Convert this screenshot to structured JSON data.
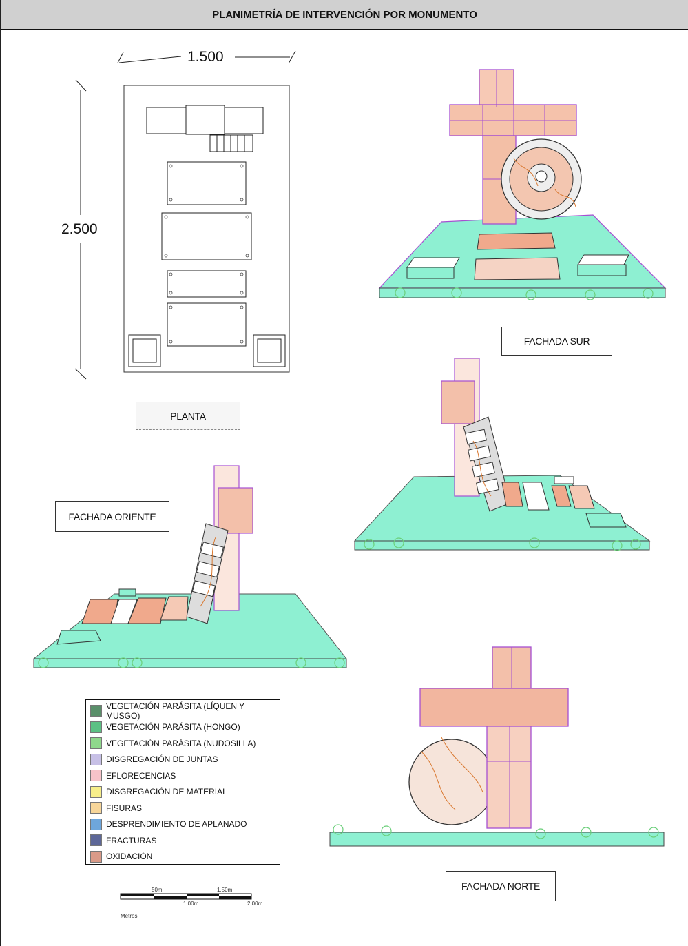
{
  "title": "PLANIMETRÍA DE INTERVENCIÓN POR MONUMENTO",
  "plan": {
    "width_label": "1.500",
    "height_label": "2.500",
    "caption": "PLANTA"
  },
  "views": {
    "south": "FACHADA SUR",
    "east": "FACHADA ORIENTE",
    "north": "FACHADA NORTE"
  },
  "legend": [
    {
      "label": "VEGETACIÓN PARÁSITA (LÍQUEN Y MUSGO)",
      "color": "#5a8f6a"
    },
    {
      "label": "VEGETACIÓN PARÁSITA (HONGO)",
      "color": "#5cc184"
    },
    {
      "label": "VEGETACIÓN PARÁSITA (NUDOSILLA)",
      "color": "#8fd88c"
    },
    {
      "label": "DISGREGACIÓN DE JUNTAS",
      "color": "#c7c0e6"
    },
    {
      "label": "EFLORECENCIAS",
      "color": "#f6c3c9"
    },
    {
      "label": "DISGREGACIÓN DE MATERIAL",
      "color": "#f7ee8a"
    },
    {
      "label": "FISURAS",
      "color": "#f7d69a"
    },
    {
      "label": "DESPRENDIMIENTO DE APLANADO",
      "color": "#6ea6dc"
    },
    {
      "label": "FRACTURAS",
      "color": "#5d6797"
    },
    {
      "label": "OXIDACIÓN",
      "color": "#d99a88"
    }
  ],
  "scale": {
    "ticks_top": [
      "50m",
      "1.50m"
    ],
    "ticks_bottom": [
      "1.00m",
      "2.00m"
    ],
    "unit": "Metros"
  },
  "colors": {
    "lichen_base": "#8ef0d2",
    "efflorescence": "#f0a98c",
    "joint_outline": "#a64fd1",
    "crack": "#d9772e"
  }
}
